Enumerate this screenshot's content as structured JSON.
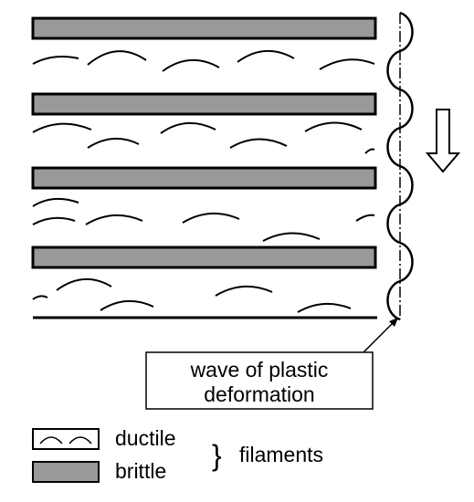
{
  "annotation": {
    "line1": "wave of plastic",
    "line2": "deformation"
  },
  "legend": {
    "ductile_label": "ductile",
    "brittle_label": "brittle",
    "group_brace": "}",
    "group_label": "filaments"
  },
  "colors": {
    "brittle_fill": "#999999",
    "stroke": "#000000",
    "background": "#ffffff"
  },
  "icons": {
    "direction": "down-arrow-icon"
  }
}
